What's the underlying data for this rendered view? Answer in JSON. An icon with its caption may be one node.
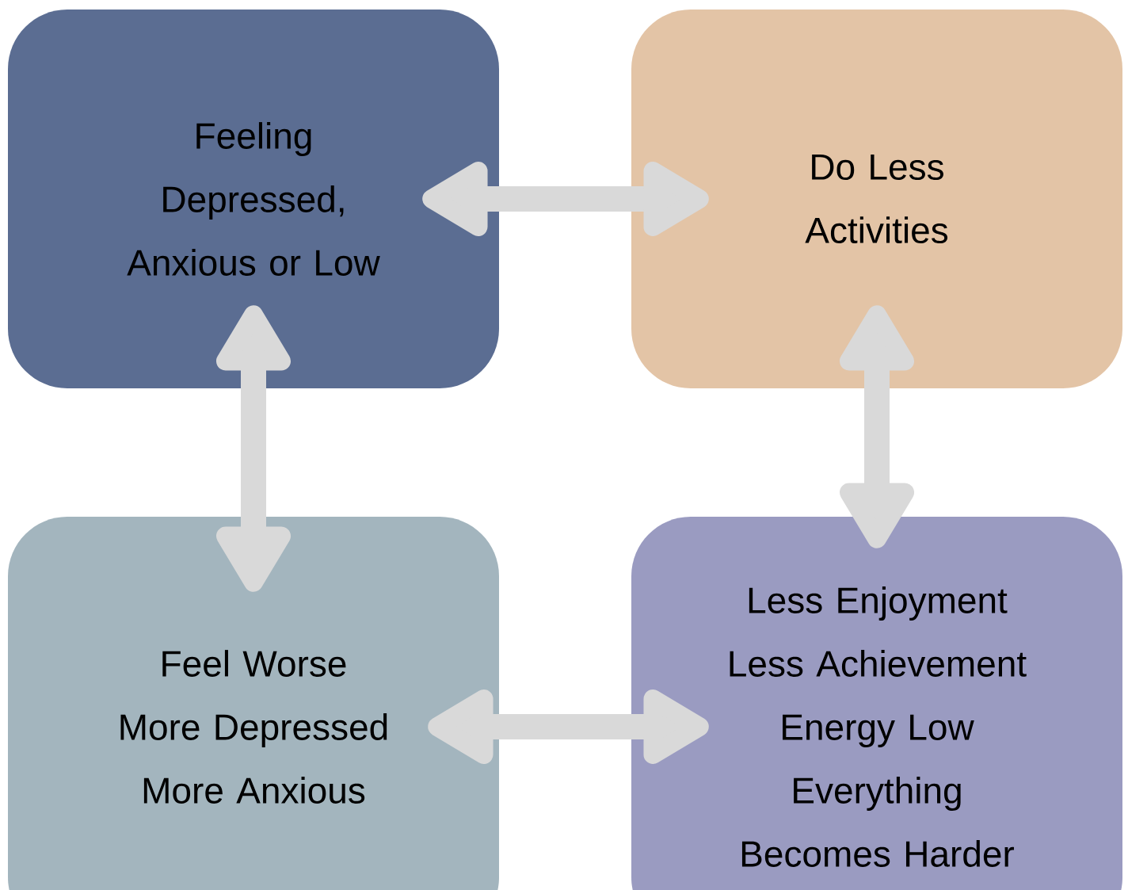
{
  "diagram": {
    "nodes": [
      {
        "text": [
          "Feeling Depressed, Anxious or Low"
        ]
      },
      {
        "text": [
          "Do Less Activities"
        ]
      },
      {
        "text": [
          "Feel Worse",
          "More Depressed",
          "More Anxious"
        ]
      },
      {
        "text": [
          "Less Enjoyment",
          "Less Achievement",
          "Energy Low",
          "Everything Becomes Harder"
        ]
      }
    ],
    "edges": [
      {
        "from": 0,
        "to": 1,
        "arrow": "both"
      },
      {
        "from": 0,
        "to": 2,
        "arrow": "both"
      },
      {
        "from": 1,
        "to": 3,
        "arrow": "both"
      },
      {
        "from": 2,
        "to": 3,
        "arrow": "both"
      }
    ]
  }
}
